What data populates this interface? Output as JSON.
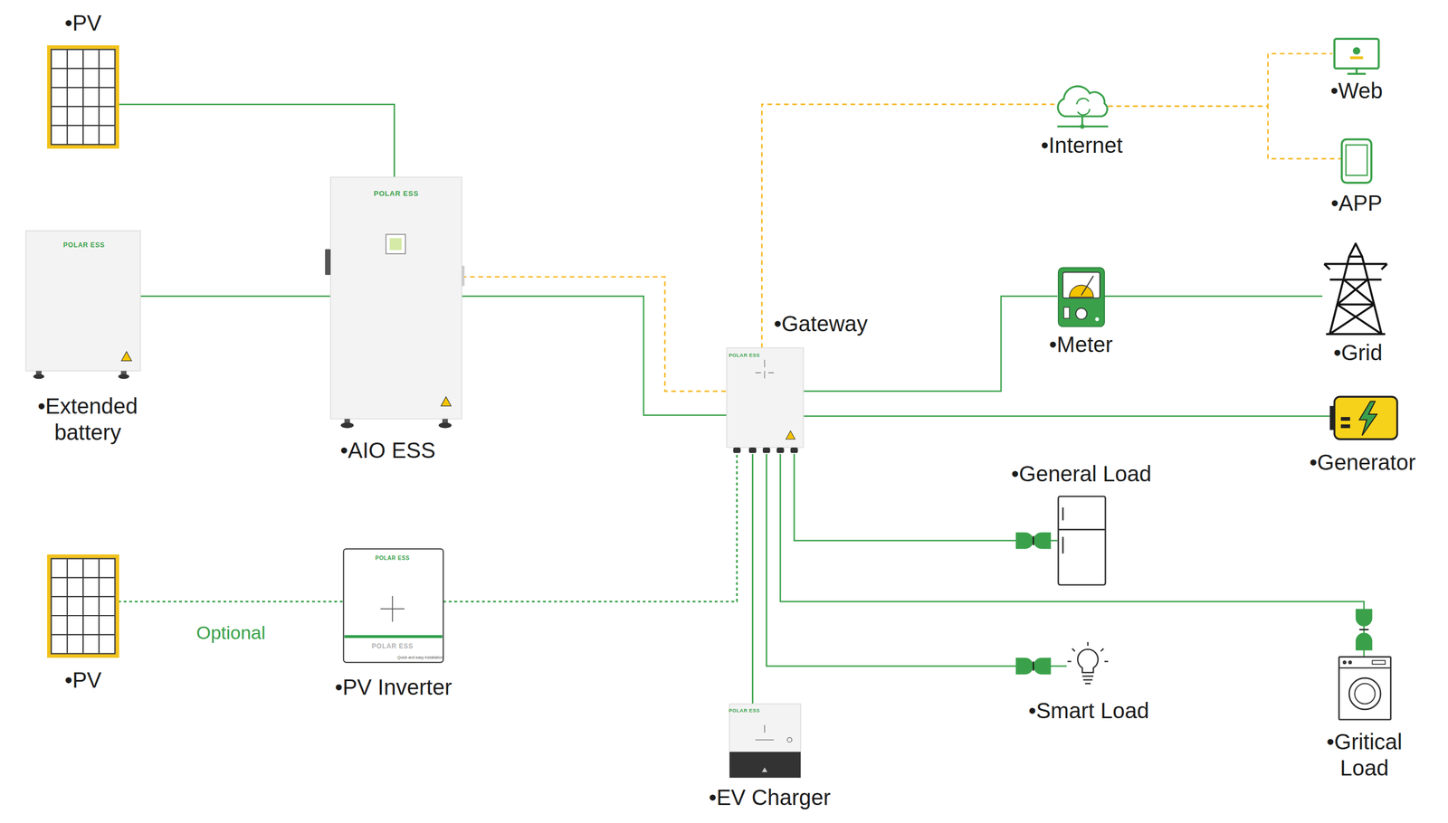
{
  "diagram": {
    "nodes": [
      {
        "text": [
          "•PV"
        ]
      },
      {
        "text": [
          "•Web"
        ]
      },
      {
        "text": [
          "•Internet"
        ]
      },
      {
        "text": [
          "•APP"
        ]
      },
      {
        "text": [
          "•Extended battery"
        ]
      },
      {
        "text": [
          "•AIO ESS"
        ]
      },
      {
        "text": [
          "•Gateway"
        ]
      },
      {
        "text": [
          "•Meter"
        ]
      },
      {
        "text": [
          "•Grid"
        ]
      },
      {
        "text": [
          "•Generator"
        ]
      },
      {
        "text": [
          "•General Load"
        ]
      },
      {
        "text": [
          "•PV"
        ]
      },
      {
        "text": [
          "•PV Inverter"
        ]
      },
      {
        "text": [
          "•Smart Load"
        ]
      },
      {
        "text": [
          "•Gritical Load"
        ]
      },
      {
        "text": [
          "•EV Charger"
        ]
      }
    ],
    "edges": [
      {
        "from": 0,
        "to": 5,
        "arrow": "none"
      },
      {
        "from": 4,
        "to": 5,
        "arrow": "none"
      },
      {
        "from": 5,
        "to": 6,
        "arrow": "none"
      },
      {
        "from": 5,
        "to": 6,
        "arrow": "none"
      },
      {
        "from": 6,
        "to": 2,
        "arrow": "none"
      },
      {
        "from": 2,
        "to": 1,
        "arrow": "none"
      },
      {
        "from": 2,
        "to": 3,
        "arrow": "none"
      },
      {
        "from": 6,
        "to": 7,
        "arrow": "none"
      },
      {
        "from": 7,
        "to": 8,
        "arrow": "none"
      },
      {
        "from": 6,
        "to": 9,
        "arrow": "none"
      },
      {
        "from": 6,
        "to": 10,
        "arrow": "none"
      },
      {
        "from": 6,
        "to": 14,
        "arrow": "none"
      },
      {
        "from": 6,
        "to": 13,
        "arrow": "none"
      },
      {
        "from": 6,
        "to": 15,
        "arrow": "none"
      },
      {
        "from": 11,
        "to": 12,
        "label": "Optional",
        "arrow": "none"
      },
      {
        "from": 12,
        "to": 6,
        "arrow": "none"
      }
    ],
    "labels": [
      "POLAR ESS",
      "POLAR ESS",
      "POLAR ESS",
      "POLAR ESS",
      "POLAR ESS",
      "Quick and easy installation",
      "POLAR ESS"
    ]
  }
}
